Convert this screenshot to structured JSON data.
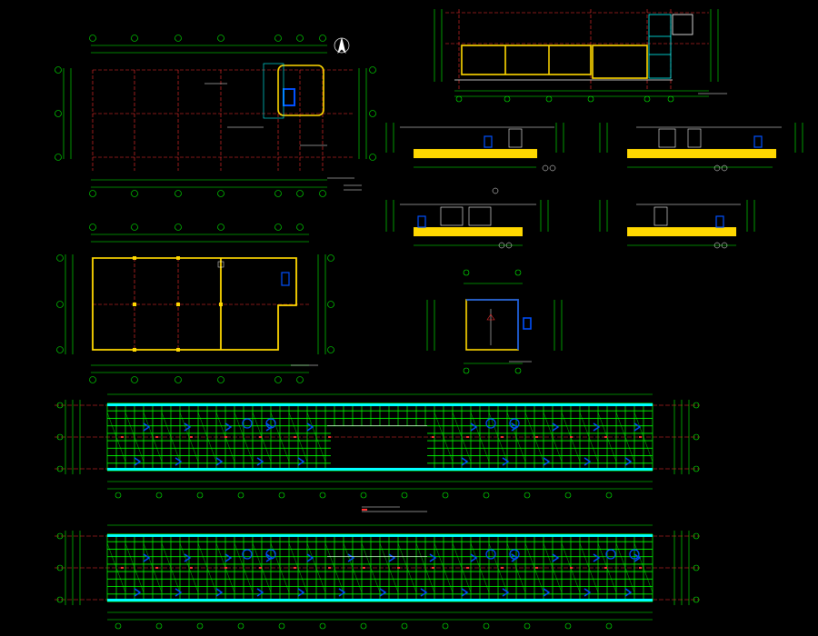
{
  "drawing": {
    "background": "#000000",
    "colors": {
      "dimension": "#00ff00",
      "axis": "#ff3030",
      "wall": "#ffd800",
      "outline": "#ffffff",
      "mark": "#0050ff",
      "cyan": "#00ffff",
      "magenta": "#ff00ff"
    },
    "north_arrow_icon": "north-arrow-icon",
    "views": [
      {
        "id": "site-plan",
        "kind": "plan"
      },
      {
        "id": "roof-plan",
        "kind": "plan"
      },
      {
        "id": "section-1-1",
        "kind": "section"
      },
      {
        "id": "elevation-a",
        "kind": "elevation"
      },
      {
        "id": "elevation-b",
        "kind": "elevation"
      },
      {
        "id": "elevation-c",
        "kind": "elevation"
      },
      {
        "id": "elevation-d",
        "kind": "elevation"
      },
      {
        "id": "detail-plan",
        "kind": "plan"
      },
      {
        "id": "frame-plan-1",
        "kind": "grid"
      },
      {
        "id": "frame-plan-2",
        "kind": "grid"
      }
    ]
  }
}
